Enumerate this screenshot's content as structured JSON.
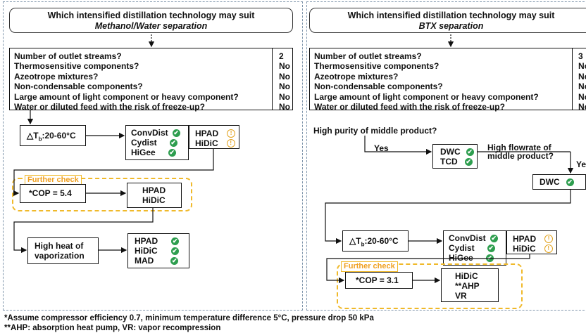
{
  "left": {
    "title_line1": "Which intensified distillation technology may suit",
    "title_line2": "Methanol/Water separation",
    "questions": [
      "Number of outlet streams?",
      "Thermosensitive components?",
      "Azeotrope mixtures?",
      "Non-condensable components?",
      "Large amount of light component or heavy component?",
      "Water or diluted feed with the risk of freeze-up?"
    ],
    "answers": [
      "2",
      "No",
      "No",
      "No",
      "No",
      "No"
    ],
    "delta_t": "△T",
    "delta_t_sub": "b",
    "delta_t_range": ":20-60°C",
    "tech_ok": [
      "ConvDist",
      "Cydist",
      "HiGee"
    ],
    "tech_warn": [
      "HPAD",
      "HiDiC"
    ],
    "further_check": "Further check",
    "cop": "*COP = 5.4",
    "cop_result": [
      "HPAD",
      "HiDiC"
    ],
    "heat_line1": "High heat of",
    "heat_line2": "vaporization",
    "heat_result": [
      "HPAD",
      "HiDiC",
      "MAD"
    ]
  },
  "right": {
    "title_line1": "Which intensified distillation technology may suit",
    "title_line2": "BTX separation",
    "questions": [
      "Number of outlet streams?",
      "Thermosensitive components?",
      "Azeotrope mixtures?",
      "Non-condensable components?",
      "Large amount of light component or heavy component?",
      "Water or diluted feed with the risk of freeze-up?"
    ],
    "answers": [
      "3",
      "No",
      "No",
      "No",
      "No",
      "No"
    ],
    "purity_question": "High purity of middle product?",
    "yes1": "Yes",
    "dwc_tcd": [
      "DWC",
      "TCD"
    ],
    "flowrate_line1": "High flowrate of",
    "flowrate_line2": "middle product?",
    "yes2": "Yes",
    "dwc": "DWC",
    "delta_t": "△T",
    "delta_t_sub": "b",
    "delta_t_range": ":20-60°C",
    "tech_ok": [
      "ConvDist",
      "Cydist",
      "HiGee"
    ],
    "tech_warn": [
      "HPAD",
      "HiDiC"
    ],
    "further_check": "Further check",
    "cop": "*COP = 3.1",
    "cop_result": [
      "HiDiC",
      "**AHP",
      "VR"
    ]
  },
  "footnotes": [
    "*Assume compressor efficiency 0.7,  minimum temperature difference 5°C, pressure drop 50 kPa",
    "**AHP: absorption heat pump, VR: vapor recompression"
  ],
  "colors": {
    "check": "#2e9e4f",
    "warning": "#e3a421",
    "further_check": "#f0b92a",
    "panel_border": "#7f95ab"
  },
  "icons": {
    "ok": "green-check-circle-icon",
    "caution": "orange-exclamation-circle-icon"
  }
}
